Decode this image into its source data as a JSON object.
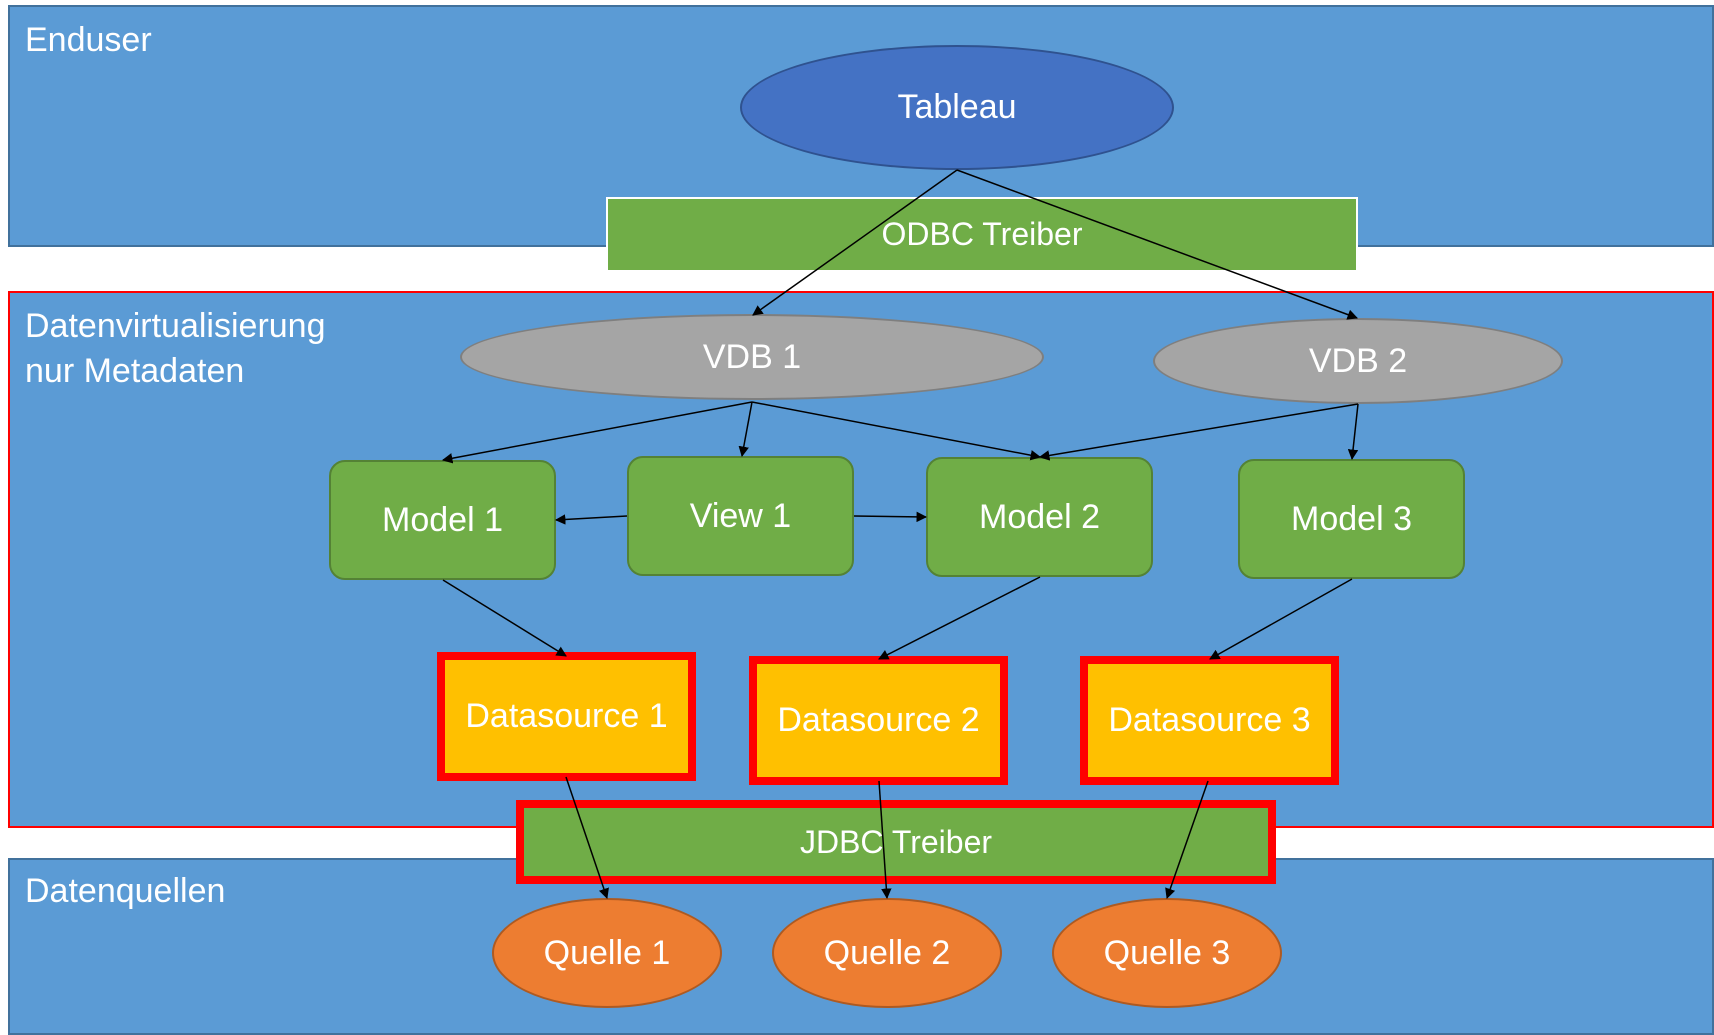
{
  "layers": {
    "enduser": "Enduser",
    "virtualization": "Datenvirtualisierung\nnur Metadaten",
    "sources": "Datenquellen"
  },
  "nodes": {
    "tableau": "Tableau",
    "odbc": "ODBC Treiber",
    "vdb1": "VDB 1",
    "vdb2": "VDB 2",
    "model1": "Model 1",
    "view1": "View 1",
    "model2": "Model 2",
    "model3": "Model 3",
    "datasource1": "Datasource 1",
    "datasource2": "Datasource 2",
    "datasource3": "Datasource 3",
    "jdbc": "JDBC Treiber",
    "quelle1": "Quelle 1",
    "quelle2": "Quelle 2",
    "quelle3": "Quelle 3"
  },
  "colors": {
    "layer": "#5B9BD5",
    "tableau": "#4472C4",
    "vdb": "#A5A5A5",
    "green": "#70AD47",
    "datasource": "#FFC000",
    "highlight": "#FF0000",
    "quelle": "#ED7D31"
  }
}
